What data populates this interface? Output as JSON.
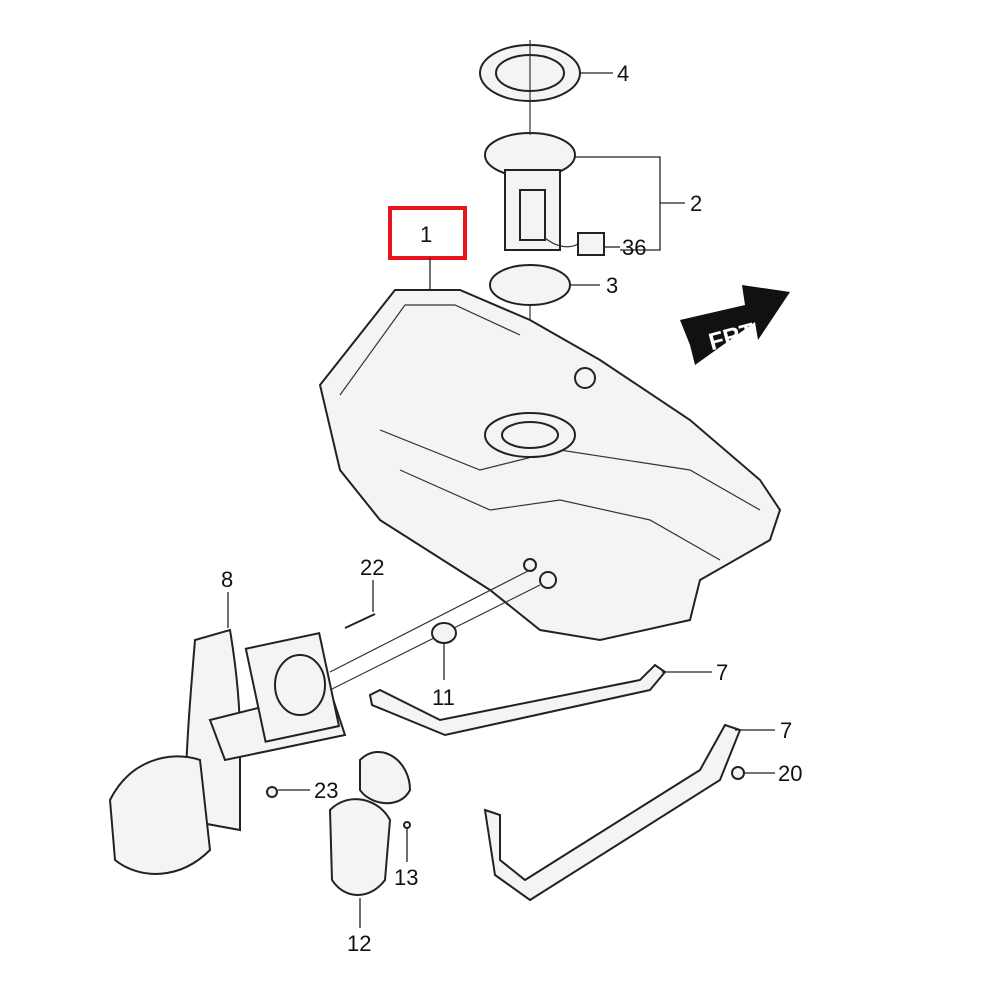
{
  "diagram": {
    "title_callout": "1",
    "highlight_color": "#e8141c",
    "direction_label": "FRT",
    "callouts": {
      "c4": "4",
      "c2": "2",
      "c36": "36",
      "c3": "3",
      "c8": "8",
      "c22": "22",
      "c11": "11",
      "c7a": "7",
      "c7b": "7",
      "c20": "20",
      "c23": "23",
      "c13": "13",
      "c12": "12"
    }
  }
}
